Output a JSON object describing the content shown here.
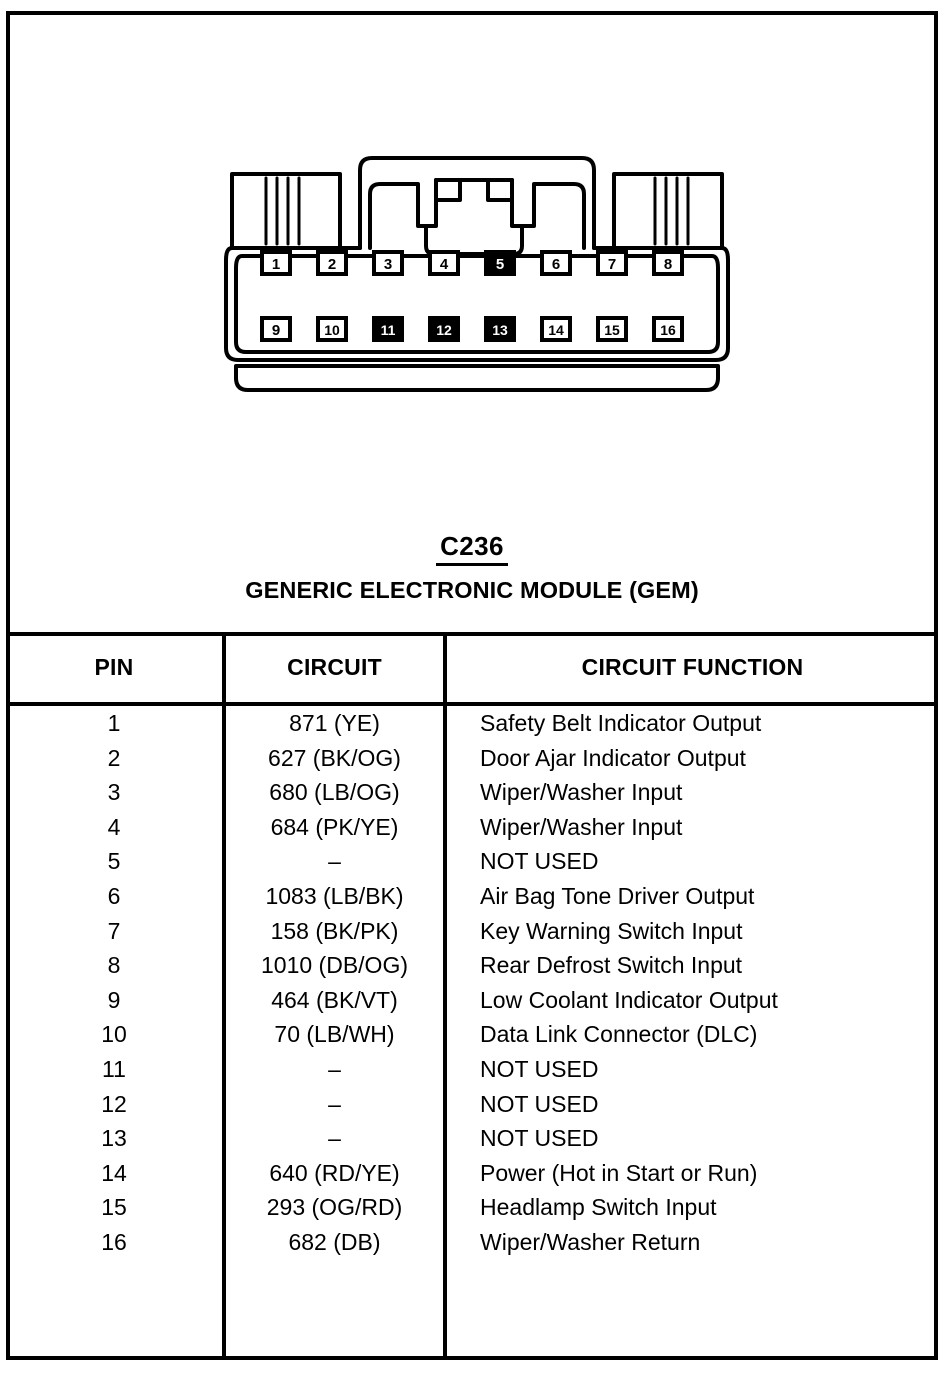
{
  "connector": {
    "label": "16-way-connector-face-view",
    "pin_rows": [
      [
        {
          "num": "1",
          "filled": false
        },
        {
          "num": "2",
          "filled": false
        },
        {
          "num": "3",
          "filled": false
        },
        {
          "num": "4",
          "filled": false
        },
        {
          "num": "5",
          "filled": true
        },
        {
          "num": "6",
          "filled": false
        },
        {
          "num": "7",
          "filled": false
        },
        {
          "num": "8",
          "filled": false
        }
      ],
      [
        {
          "num": "9",
          "filled": false
        },
        {
          "num": "10",
          "filled": false
        },
        {
          "num": "11",
          "filled": true
        },
        {
          "num": "12",
          "filled": true
        },
        {
          "num": "13",
          "filled": true
        },
        {
          "num": "14",
          "filled": false
        },
        {
          "num": "15",
          "filled": false
        },
        {
          "num": "16",
          "filled": false
        }
      ]
    ]
  },
  "caption": {
    "connector_id": "C236",
    "module_name": "GENERIC ELECTRONIC MODULE (GEM)"
  },
  "table": {
    "headers": {
      "pin": "PIN",
      "circuit": "CIRCUIT",
      "function": "CIRCUIT FUNCTION"
    },
    "rows": [
      {
        "pin": "1",
        "circuit": "871 (YE)",
        "function": "Safety Belt Indicator Output"
      },
      {
        "pin": "2",
        "circuit": "627 (BK/OG)",
        "function": "Door Ajar Indicator Output"
      },
      {
        "pin": "3",
        "circuit": "680 (LB/OG)",
        "function": "Wiper/Washer Input"
      },
      {
        "pin": "4",
        "circuit": "684 (PK/YE)",
        "function": "Wiper/Washer Input"
      },
      {
        "pin": "5",
        "circuit": "–",
        "function": "NOT USED"
      },
      {
        "pin": "6",
        "circuit": "1083 (LB/BK)",
        "function": "Air Bag Tone Driver Output"
      },
      {
        "pin": "7",
        "circuit": "158 (BK/PK)",
        "function": "Key Warning Switch Input"
      },
      {
        "pin": "8",
        "circuit": "1010 (DB/OG)",
        "function": "Rear Defrost Switch Input"
      },
      {
        "pin": "9",
        "circuit": "464 (BK/VT)",
        "function": "Low Coolant Indicator Output"
      },
      {
        "pin": "10",
        "circuit": "70 (LB/WH)",
        "function": "Data Link Connector (DLC)"
      },
      {
        "pin": "11",
        "circuit": "–",
        "function": "NOT USED"
      },
      {
        "pin": "12",
        "circuit": "–",
        "function": "NOT USED"
      },
      {
        "pin": "13",
        "circuit": "–",
        "function": "NOT USED"
      },
      {
        "pin": "14",
        "circuit": "640 (RD/YE)",
        "function": "Power (Hot in Start or Run)"
      },
      {
        "pin": "15",
        "circuit": "293 (OG/RD)",
        "function": "Headlamp Switch Input"
      },
      {
        "pin": "16",
        "circuit": "682 (DB)",
        "function": "Wiper/Washer Return"
      }
    ]
  },
  "colors": {
    "ink": "#000000",
    "paper": "#ffffff",
    "pin_filled_bg": "#000000",
    "pin_filled_text": "#ffffff"
  }
}
